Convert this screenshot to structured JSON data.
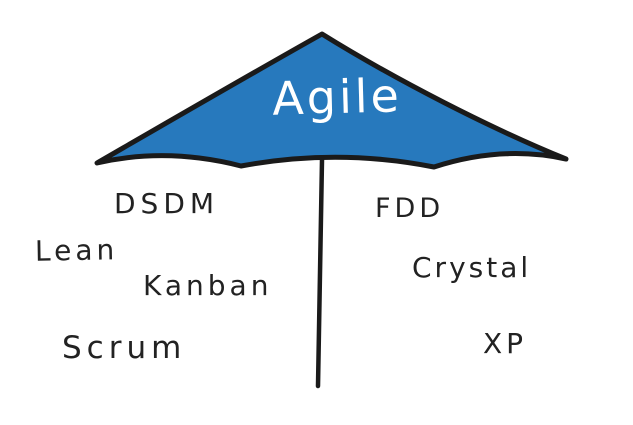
{
  "diagram": {
    "title": "Agile",
    "title_color": "#ffffff",
    "umbrella_fill_color": "#2779bd",
    "outline_color": "#1a1a1a",
    "text_color": "#222222",
    "background_color": "#ffffff"
  },
  "methodologies": [
    {
      "label": "DSDM"
    },
    {
      "label": "FDD"
    },
    {
      "label": "Lean"
    },
    {
      "label": "Kanban"
    },
    {
      "label": "Crystal"
    },
    {
      "label": "Scrum"
    },
    {
      "label": "XP"
    }
  ]
}
